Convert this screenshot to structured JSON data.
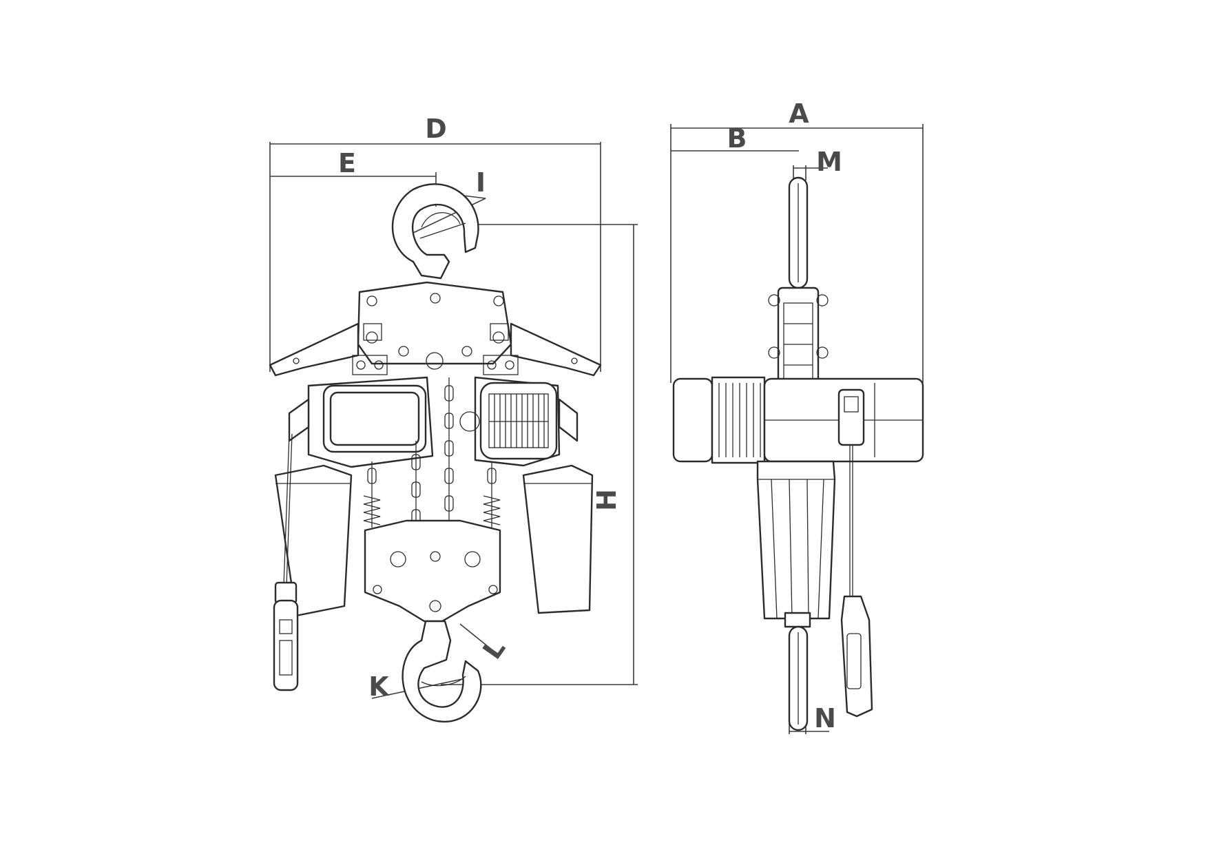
{
  "labels": {
    "A": "A",
    "B": "B",
    "D": "D",
    "E": "E",
    "H": "H",
    "I": "I",
    "K": "K",
    "L": "L",
    "M": "M",
    "N": "N"
  }
}
